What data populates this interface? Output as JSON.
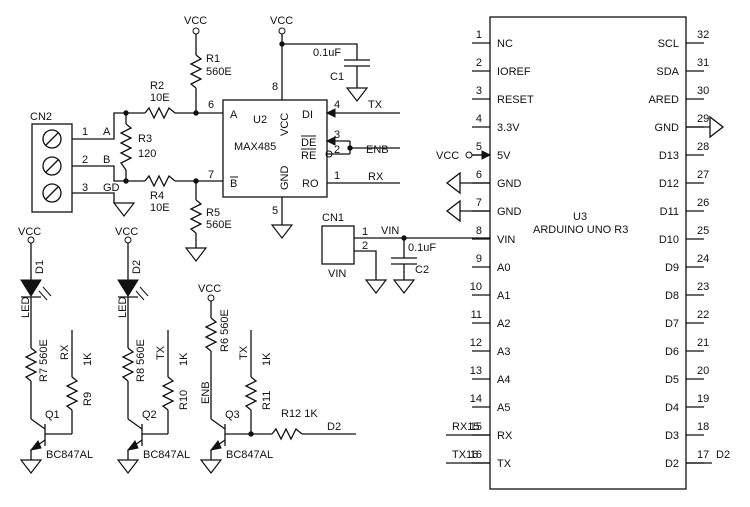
{
  "power": {
    "vcc": "VCC"
  },
  "cn2": {
    "ref": "CN2",
    "pins": [
      "1",
      "2",
      "3"
    ],
    "nets": [
      "A",
      "B",
      "GD"
    ]
  },
  "r1": {
    "ref": "R1",
    "value": "560E"
  },
  "r2": {
    "ref": "R2",
    "value": "10E"
  },
  "r3": {
    "ref": "R3",
    "value": "120"
  },
  "r4": {
    "ref": "R4",
    "value": "10E"
  },
  "r5": {
    "ref": "R5",
    "value": "560E"
  },
  "r6": {
    "ref": "R6",
    "value": "560E"
  },
  "r7": {
    "ref": "R7",
    "value": "560E"
  },
  "r8": {
    "ref": "R8",
    "value": "560E"
  },
  "r9": {
    "ref": "R9",
    "value": "1K"
  },
  "r10": {
    "ref": "R10",
    "value": "1K"
  },
  "r11": {
    "ref": "R11",
    "value": "1K"
  },
  "r12": {
    "ref": "R12",
    "value": "1K"
  },
  "c1": {
    "ref": "C1",
    "value": "0.1uF"
  },
  "c2": {
    "ref": "C2",
    "value": "0.1uF"
  },
  "u2": {
    "ref": "U2",
    "part": "MAX485",
    "pins": {
      "a": "A",
      "b": "B",
      "vcc": "VCC",
      "gnd": "GND",
      "di": "DI",
      "de": "DE",
      "re": "RE",
      "ro": "RO"
    },
    "pin_numbers": {
      "a": "6",
      "b": "7",
      "vcc": "8",
      "gnd": "5",
      "di": "4",
      "de": "3",
      "re": "2",
      "ro": "1"
    }
  },
  "nets": {
    "tx": "TX",
    "rx": "RX",
    "enb": "ENB",
    "vin": "VIN",
    "d2": "D2",
    "rx15": "RX15",
    "tx16": "TX16"
  },
  "cn1": {
    "ref": "CN1",
    "label": "VIN",
    "pins": [
      "1",
      "2"
    ]
  },
  "led1": {
    "ref": "D1",
    "type": "LED"
  },
  "led2": {
    "ref": "D2",
    "type": "LED"
  },
  "q1": {
    "ref": "Q1",
    "part": "BC847AL"
  },
  "q2": {
    "ref": "Q2",
    "part": "BC847AL"
  },
  "q3": {
    "ref": "Q3",
    "part": "BC847AL"
  },
  "u3": {
    "ref": "U3",
    "part": "ARDUINO UNO R3",
    "left_pins": [
      {
        "num": "1",
        "name": "NC"
      },
      {
        "num": "2",
        "name": "IOREF"
      },
      {
        "num": "3",
        "name": "RESET"
      },
      {
        "num": "4",
        "name": "3.3V"
      },
      {
        "num": "5",
        "name": "5V"
      },
      {
        "num": "6",
        "name": "GND"
      },
      {
        "num": "7",
        "name": "GND"
      },
      {
        "num": "8",
        "name": "VIN"
      },
      {
        "num": "9",
        "name": "A0"
      },
      {
        "num": "10",
        "name": "A1"
      },
      {
        "num": "11",
        "name": "A2"
      },
      {
        "num": "12",
        "name": "A3"
      },
      {
        "num": "13",
        "name": "A4"
      },
      {
        "num": "14",
        "name": "A5"
      },
      {
        "num": "15",
        "name": "RX"
      },
      {
        "num": "16",
        "name": "TX"
      }
    ],
    "right_pins": [
      {
        "num": "32",
        "name": "SCL"
      },
      {
        "num": "31",
        "name": "SDA"
      },
      {
        "num": "30",
        "name": "ARED"
      },
      {
        "num": "29",
        "name": "GND"
      },
      {
        "num": "28",
        "name": "D13"
      },
      {
        "num": "27",
        "name": "D12"
      },
      {
        "num": "26",
        "name": "D11"
      },
      {
        "num": "25",
        "name": "D10"
      },
      {
        "num": "24",
        "name": "D9"
      },
      {
        "num": "23",
        "name": "D8"
      },
      {
        "num": "22",
        "name": "D7"
      },
      {
        "num": "21",
        "name": "D6"
      },
      {
        "num": "20",
        "name": "D5"
      },
      {
        "num": "19",
        "name": "D4"
      },
      {
        "num": "18",
        "name": "D3"
      },
      {
        "num": "17",
        "name": "D2"
      }
    ]
  }
}
